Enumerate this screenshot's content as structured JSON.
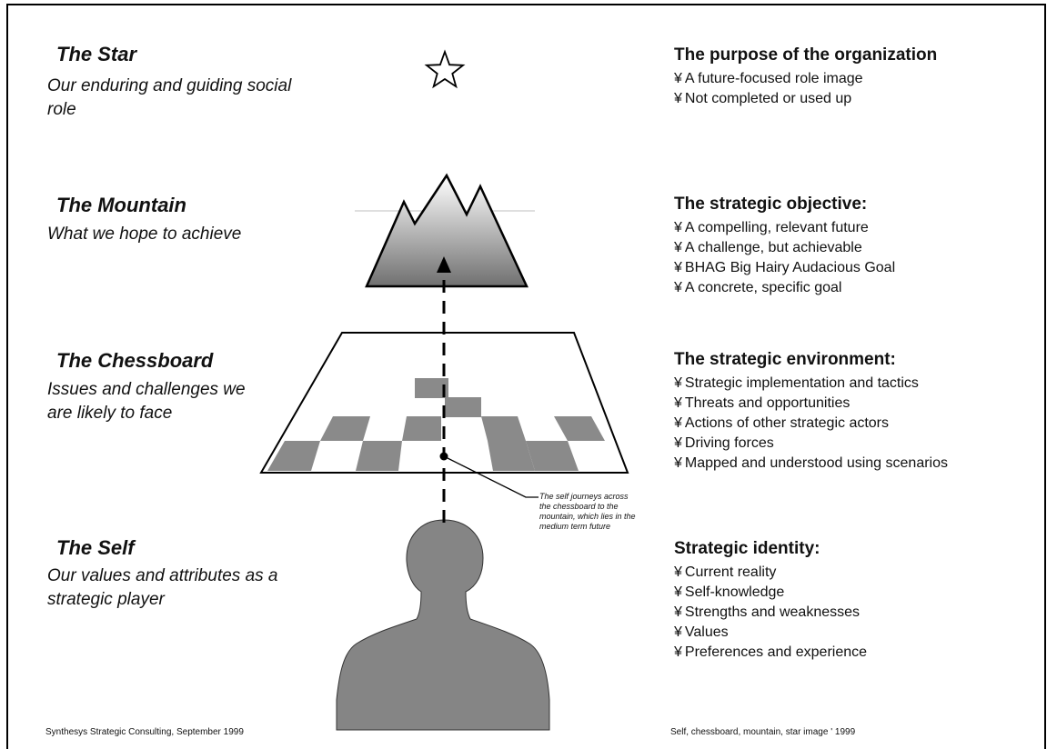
{
  "levels": [
    {
      "title": "The Star",
      "subtitle": "Our enduring and guiding social role"
    },
    {
      "title": "The Mountain",
      "subtitle": "What we hope to achieve"
    },
    {
      "title": "The Chessboard",
      "subtitle": "Issues and challenges we are likely to face"
    },
    {
      "title": "The Self",
      "subtitle": "Our values and attributes as a strategic player"
    }
  ],
  "descriptions": [
    {
      "title": "The purpose of the organization",
      "items": [
        "A  future-focused role image",
        "Not completed or  used up"
      ]
    },
    {
      "title": "The strategic objective:",
      "items": [
        "A compelling, relevant future",
        "A challenge, but achievable",
        "BHAG  Big Hairy Audacious Goal",
        "A concrete, specific goal"
      ]
    },
    {
      "title": "The strategic environment:",
      "items": [
        "Strategic implementation and tactics",
        "Threats and opportunities",
        "Actions of other strategic actors",
        "Driving forces",
        "Mapped and understood using scenarios"
      ]
    },
    {
      "title": "Strategic identity:",
      "items": [
        "Current reality",
        "Self-knowledge",
        "Strengths and weaknesses",
        "Values",
        "Preferences and experience"
      ]
    }
  ],
  "bullet_char": "¥",
  "journey_caption": "The  self journeys across the chessboard to the mountain, which lies in the medium term future",
  "footer": {
    "left": "Synthesys Strategic Consulting, September 1999",
    "right": "Self, chessboard, mountain, star  image ' 1999"
  },
  "colors": {
    "shape_gray": "#808080",
    "mountain_top": "#ffffff",
    "mountain_bottom": "#777777",
    "line": "#000000"
  },
  "icons": [
    "star-icon",
    "mountain-icon",
    "chessboard-icon",
    "person-silhouette-icon",
    "arrow-up-icon"
  ]
}
